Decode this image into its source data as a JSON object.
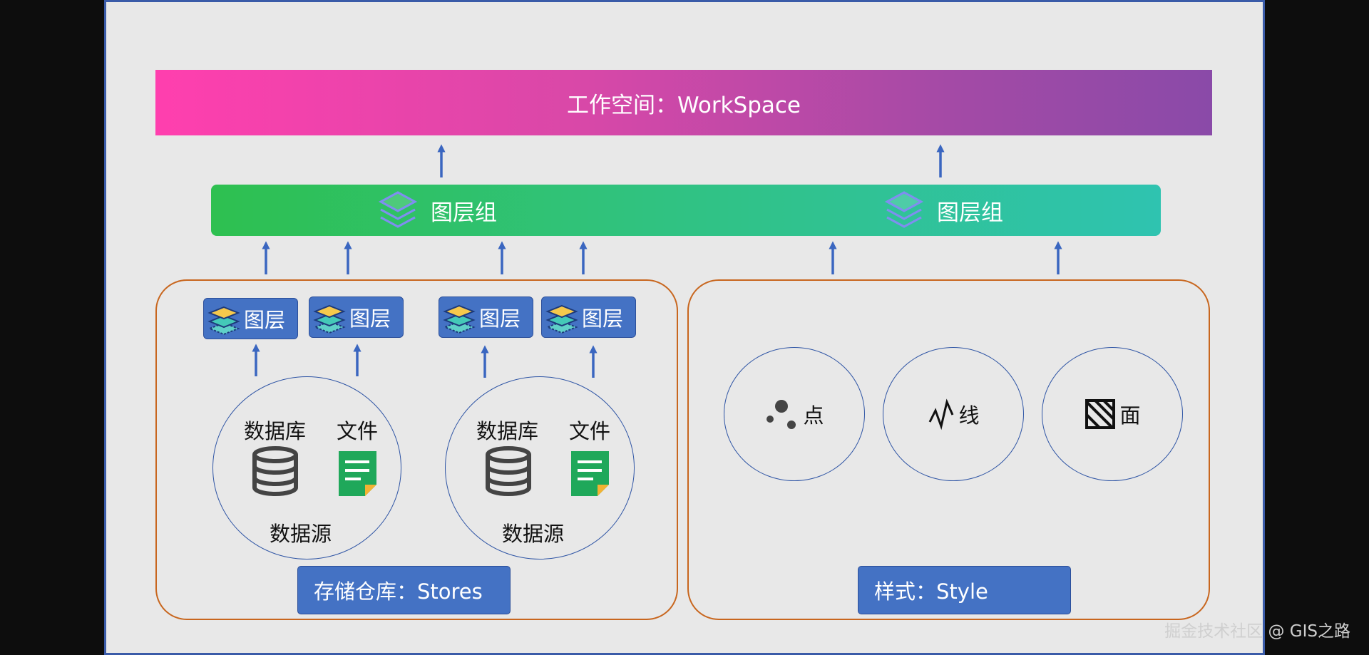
{
  "workspace": {
    "label": "工作空间：WorkSpace"
  },
  "layer_groups": [
    {
      "label": "图层组",
      "icon": "layers-icon"
    },
    {
      "label": "图层组",
      "icon": "layers-icon"
    }
  ],
  "stores": {
    "label": "存储仓库：Stores",
    "layers": [
      {
        "label": "图层",
        "icon": "layers-stack-icon"
      },
      {
        "label": "图层",
        "icon": "layers-stack-icon"
      },
      {
        "label": "图层",
        "icon": "layers-stack-icon"
      },
      {
        "label": "图层",
        "icon": "layers-stack-icon"
      }
    ],
    "data_sources": [
      {
        "database_label": "数据库",
        "file_label": "文件",
        "label": "数据源"
      },
      {
        "database_label": "数据库",
        "file_label": "文件",
        "label": "数据源"
      }
    ]
  },
  "style": {
    "label": "样式：Style",
    "items": [
      {
        "label": "点",
        "icon": "points-icon"
      },
      {
        "label": "线",
        "icon": "polyline-icon"
      },
      {
        "label": "面",
        "icon": "polygon-icon"
      }
    ]
  },
  "watermark": "掘金技术社区 @ GIS之路",
  "colors": {
    "workspace_gradient": [
      "#ff3fae",
      "#8a4aa8"
    ],
    "layer_group_gradient": [
      "#2ec050",
      "#2fc3b0"
    ],
    "accent_blue": "#4472c4",
    "panel_border": "#c8661e",
    "arrow": "#3a66c0"
  }
}
